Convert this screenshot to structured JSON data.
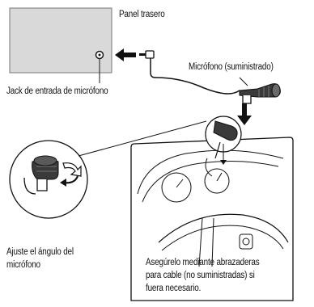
{
  "labels": {
    "rear_panel": "Panel trasero",
    "mic_input_jack": "Jack de entrada de micrófono",
    "microphone_supplied": "Micrófono (suministrado)",
    "adjust_angle_line1": "Ajuste el ángulo del",
    "adjust_angle_line2": "micrófono",
    "secure_line1": "Asegúrelo mediante abrazaderas",
    "secure_line2": "para cable (no suministradas) si",
    "secure_line3": "fuera necesario."
  },
  "colors": {
    "panel_fill": "#d9d9d9",
    "stroke": "#1a1a1a",
    "mic_body": "#555555",
    "background": "#ffffff"
  },
  "icons": [
    "microphone-icon",
    "plug-icon",
    "arrow-left-icon",
    "arrow-down-icon",
    "rotate-arrow-icon"
  ]
}
